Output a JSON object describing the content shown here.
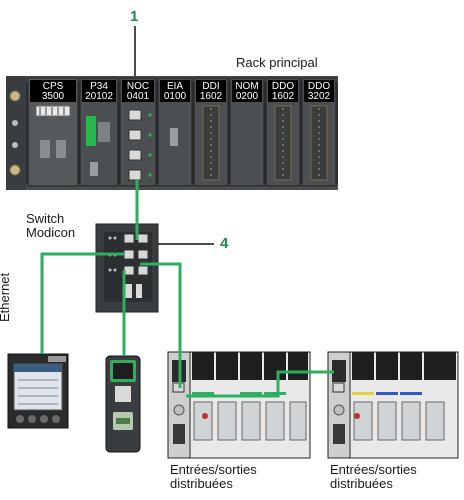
{
  "callouts": {
    "top": "1",
    "switch": "4"
  },
  "rack": {
    "title": "Rack principal",
    "modules": [
      {
        "line1": "CPS",
        "line2": "3500"
      },
      {
        "line1": "P34",
        "line2": "20102"
      },
      {
        "line1": "NOC",
        "line2": "0401"
      },
      {
        "line1": "EIA",
        "line2": "0100"
      },
      {
        "line1": "DDI",
        "line2": "1602"
      },
      {
        "line1": "NOM",
        "line2": "0200"
      },
      {
        "line1": "DDO",
        "line2": "1602"
      },
      {
        "line1": "DDO",
        "line2": "3202"
      }
    ]
  },
  "switch": {
    "line1": "Switch",
    "line2": "Modicon"
  },
  "network_label": "Ethernet",
  "dio_left": {
    "line1": "Entrées/sorties",
    "line2": "distribuées"
  },
  "dio_right": {
    "line1": "Entrées/sorties",
    "line2": "distribuées"
  },
  "colors": {
    "cable": "#2eae5e",
    "rack": "#3d4043",
    "module_label_bg": "#000000",
    "callout": "#1f8a4c"
  }
}
